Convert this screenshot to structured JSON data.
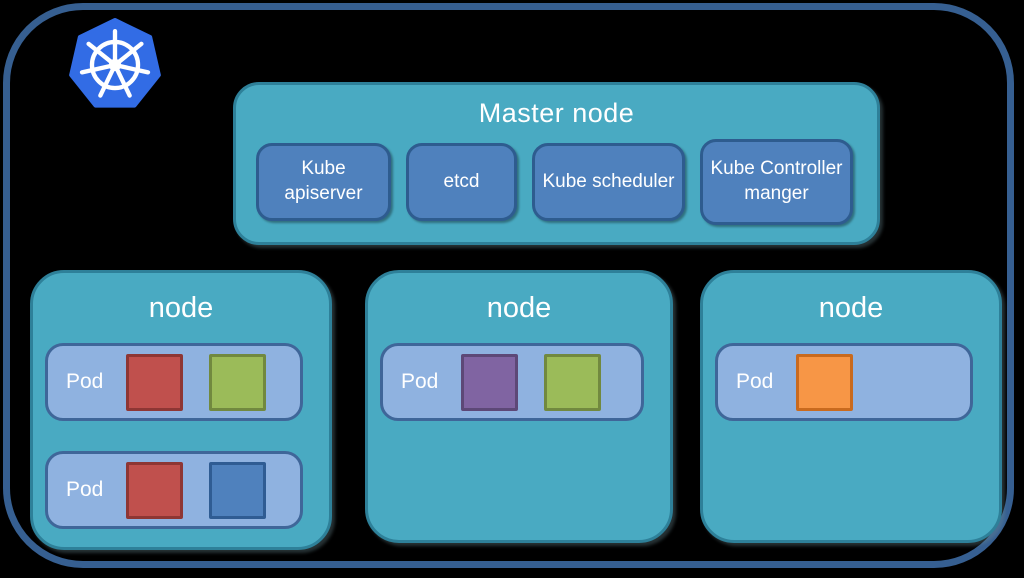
{
  "logo": {
    "name": "kubernetes",
    "hex_color": "#326ce5",
    "wheel_color": "#ffffff"
  },
  "frame": {
    "border_color": "#365f91",
    "background_color": "#000000"
  },
  "master_node": {
    "title": "Master node",
    "fill_color": "#49aac2",
    "border_color": "#2e8099",
    "components": [
      {
        "label": "Kube apiserver"
      },
      {
        "label": "etcd"
      },
      {
        "label": "Kube scheduler"
      },
      {
        "label": "Kube Controller manger"
      }
    ],
    "component_fill": "#4f81bd",
    "component_border": "#2e5c8f"
  },
  "nodes": [
    {
      "title": "node",
      "pods": [
        {
          "label": "Pod",
          "containers": [
            {
              "color": "red"
            },
            {
              "color": "green"
            }
          ]
        },
        {
          "label": "Pod",
          "containers": [
            {
              "color": "red"
            },
            {
              "color": "blue"
            }
          ]
        }
      ]
    },
    {
      "title": "node",
      "pods": [
        {
          "label": "Pod",
          "containers": [
            {
              "color": "purple"
            },
            {
              "color": "green"
            }
          ]
        }
      ]
    },
    {
      "title": "node",
      "pods": [
        {
          "label": "Pod",
          "containers": [
            {
              "color": "orange"
            }
          ]
        }
      ]
    }
  ],
  "pod_style": {
    "fill_color": "#8fb2e0",
    "border_color": "#3f6699"
  },
  "container_palette": {
    "red": {
      "fill": "#c0504d",
      "border": "#8e3634"
    },
    "green": {
      "fill": "#9bbb59",
      "border": "#71893f"
    },
    "blue": {
      "fill": "#4f81bd",
      "border": "#2f5c93"
    },
    "purple": {
      "fill": "#8064a2",
      "border": "#5d4877"
    },
    "orange": {
      "fill": "#f79646",
      "border": "#c96a1e"
    }
  }
}
